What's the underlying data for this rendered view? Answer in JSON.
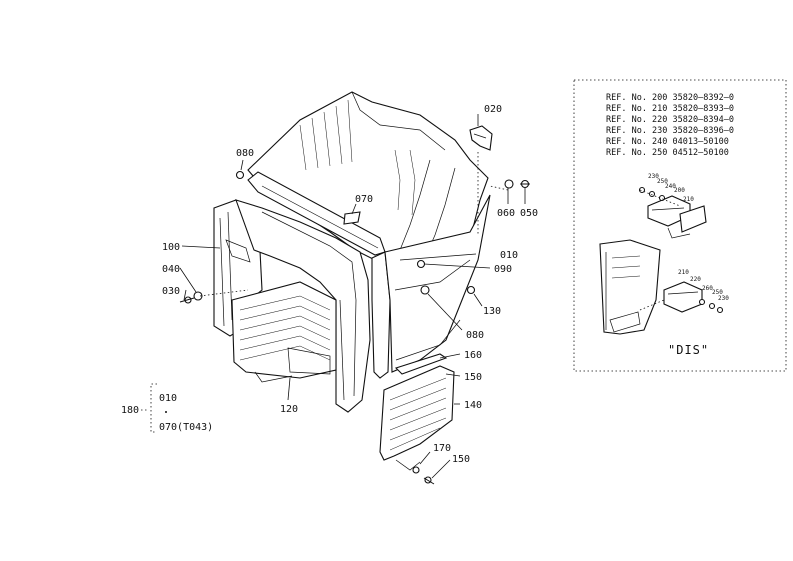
{
  "callouts": {
    "c020": "020",
    "c080a": "080",
    "c070": "070",
    "c060": "060",
    "c050": "050",
    "c100": "100",
    "c010": "010",
    "c090": "090",
    "c040": "040",
    "c030": "030",
    "c130": "130",
    "c080b": "080",
    "c160": "160",
    "c150a": "150",
    "c120": "120",
    "c140": "140",
    "c170": "170",
    "c150b": "150"
  },
  "assembly": {
    "label": "180",
    "item1": "010",
    "item2": "070(T043)"
  },
  "ref_table": [
    "REF. No. 200  35820—8392—0",
    "REF. No. 210  35820—8393—0",
    "REF. No. 220  35820—8394—0",
    "REF. No. 230  35820—8396—0",
    "REF. No. 240  04013—50100",
    "REF. No. 250  04512—50100"
  ],
  "detail": {
    "title": "\"DIS\"",
    "top_labels": [
      "230",
      "250",
      "240",
      "200",
      "210"
    ],
    "bottom_labels": [
      "210",
      "220",
      "260",
      "250",
      "230"
    ]
  }
}
